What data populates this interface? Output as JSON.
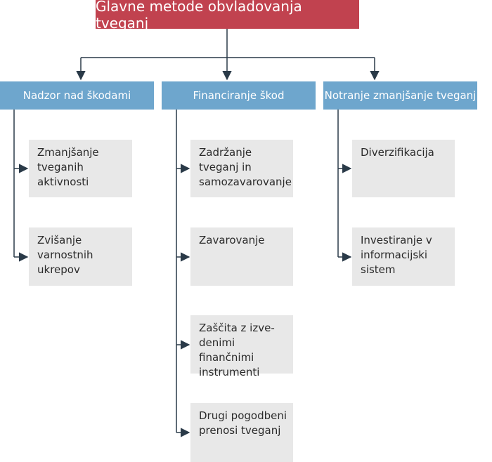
{
  "root": {
    "label": "Glavne metode obvladovanja tveganj"
  },
  "categories": [
    {
      "label": "Nadzor nad škodami",
      "items": [
        "Zmanjšanje tveganih aktivnosti",
        "Zvišanje varnostnih ukrepov"
      ]
    },
    {
      "label": "Financiranje škod",
      "items": [
        "Zadržanje tveganj in samozavarovanje",
        "Zavarovanje",
        "Zaščita z izve-denimi finančnimi instrumenti",
        "Drugi pogodbeni prenosi tveganj"
      ]
    },
    {
      "label": "Notranje zmanjšanje tveganj",
      "items": [
        "Diverzifikacija",
        "Investiranje v informacijski sistem"
      ]
    }
  ],
  "colors": {
    "root_bg": "#c1424f",
    "category_bg": "#6ea6cd",
    "item_bg": "#e8e8e8",
    "connector": "#2a3a48"
  }
}
